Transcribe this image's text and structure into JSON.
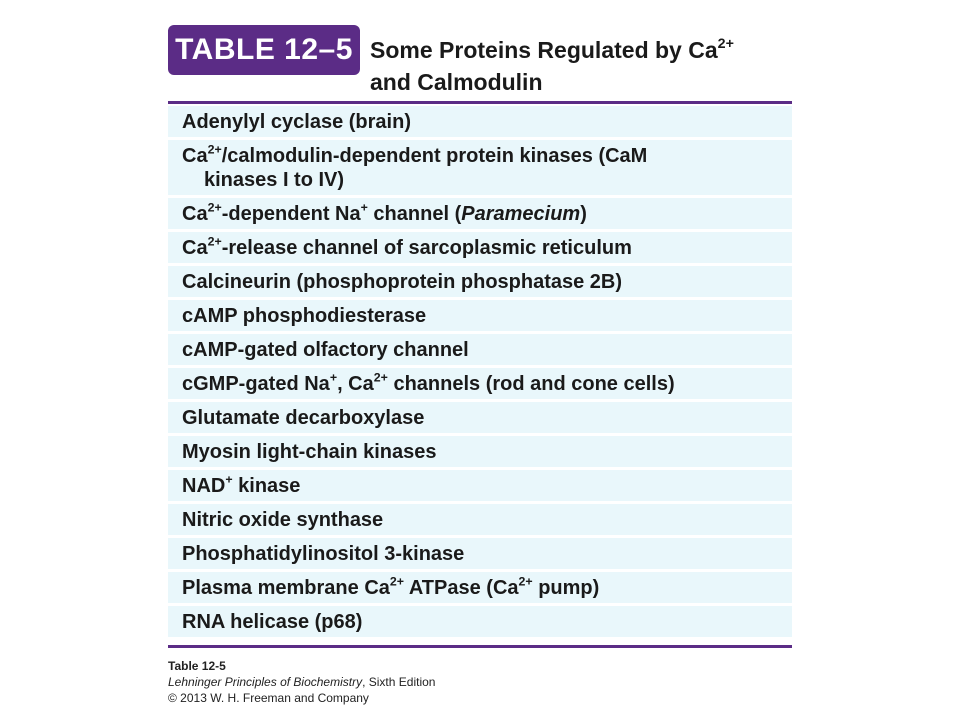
{
  "header": {
    "badge": "TABLE 12–5",
    "title_line1": "Some Proteins Regulated by Ca",
    "title_sup": "2+",
    "title_line2": "and Calmodulin"
  },
  "rows": [
    {
      "a": "Adenylyl cyclase (brain)"
    },
    {
      "a": "Ca",
      "s1": "2+",
      "b": "/calmodulin-dependent protein kinases (CaM",
      "cont": "kinases I to IV)"
    },
    {
      "a": "Ca",
      "s1": "2+",
      "b": "-dependent Na",
      "s2": "+",
      "c": " channel (",
      "it": "Paramecium",
      "d": ")"
    },
    {
      "a": "Ca",
      "s1": "2+",
      "b": "-release channel of sarcoplasmic reticulum"
    },
    {
      "a": "Calcineurin (phosphoprotein phosphatase 2B)"
    },
    {
      "a": "cAMP phosphodiesterase"
    },
    {
      "a": "cAMP-gated olfactory channel"
    },
    {
      "a": "cGMP-gated Na",
      "s1": "+",
      "b": ", Ca",
      "s2": "2+",
      "c": " channels (rod and cone cells)"
    },
    {
      "a": "Glutamate decarboxylase"
    },
    {
      "a": "Myosin light-chain kinases"
    },
    {
      "a": "NAD",
      "s1": "+",
      "b": " kinase"
    },
    {
      "a": "Nitric oxide synthase"
    },
    {
      "a": "Phosphatidylinositol 3-kinase"
    },
    {
      "a": "Plasma membrane Ca",
      "s1": "2+",
      "b": " ATPase (Ca",
      "s2": "2+",
      "c": " pump)"
    },
    {
      "a": "RNA helicase (p68)"
    }
  ],
  "caption": {
    "number": "Table 12-5",
    "book_title": "Lehninger Principles of Biochemistry",
    "edition": ", Sixth Edition",
    "copyright": "© 2013 W. H. Freeman and Company"
  }
}
